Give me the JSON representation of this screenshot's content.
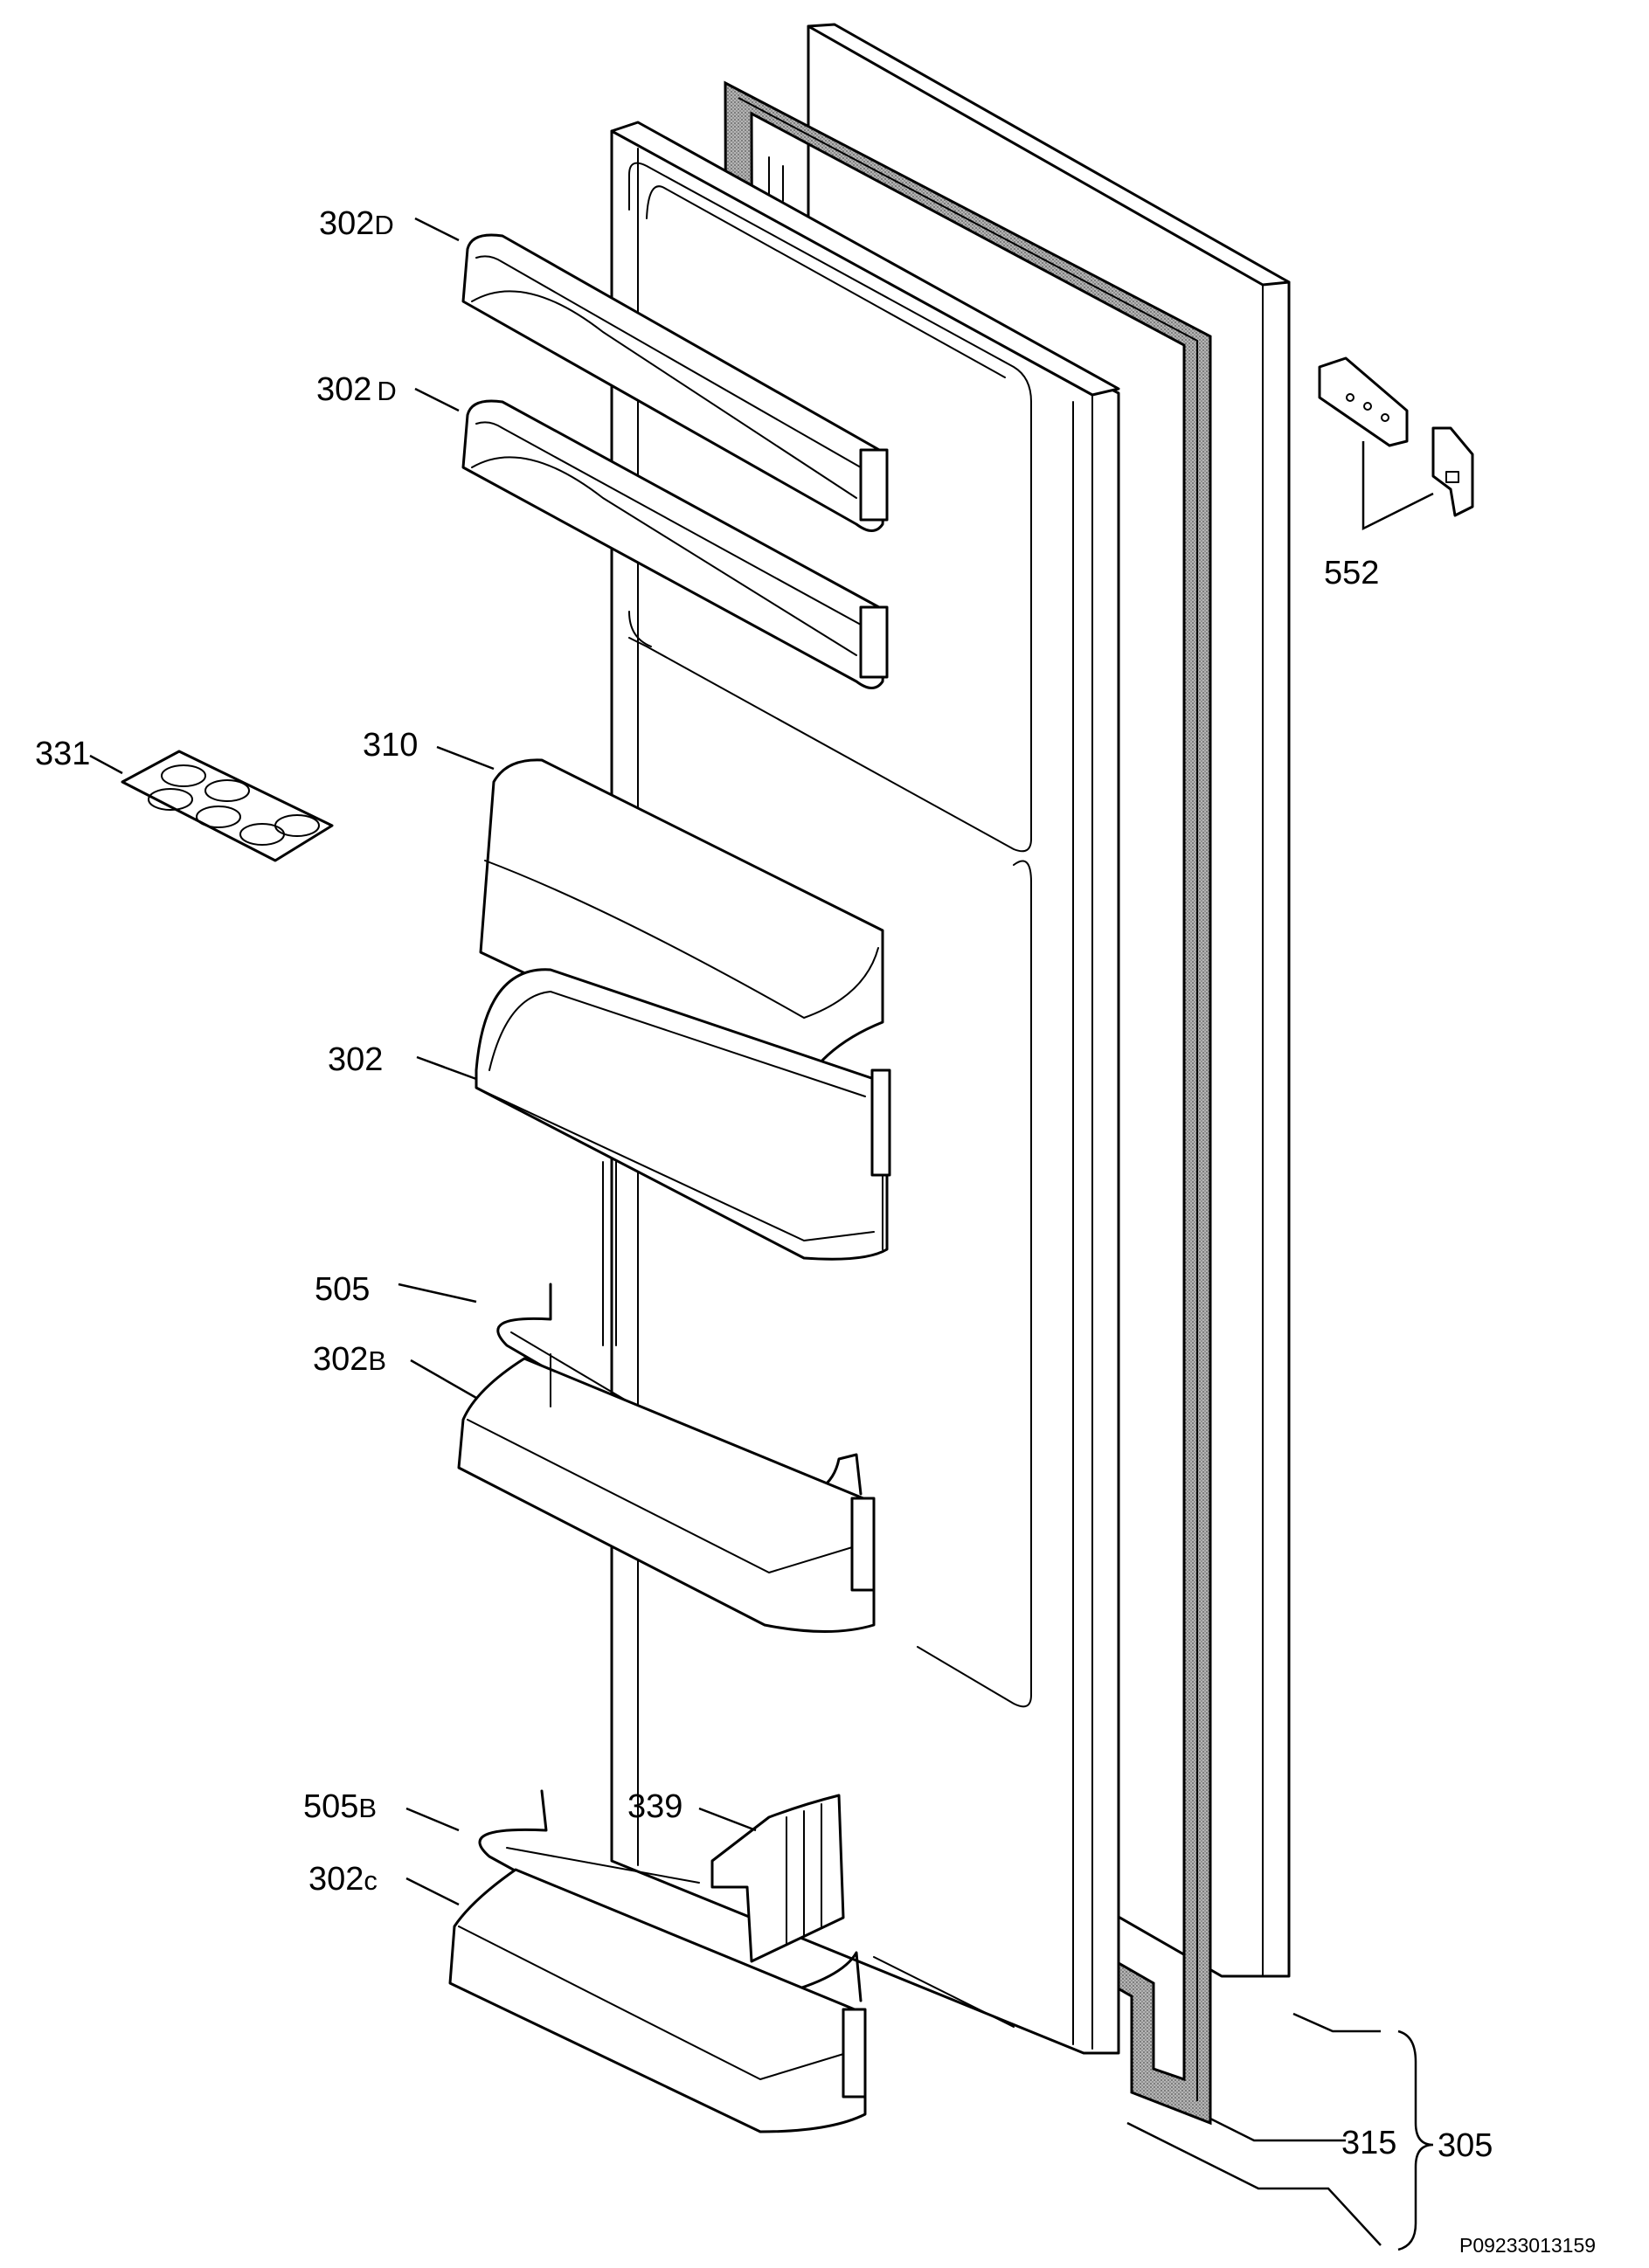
{
  "diagram": {
    "labels": [
      {
        "id": "302D_top",
        "num": "302",
        "suffix": "D"
      },
      {
        "id": "302D_mid",
        "num": "302",
        "suffix": "D"
      },
      {
        "id": "331",
        "num": "331",
        "suffix": ""
      },
      {
        "id": "310",
        "num": "310",
        "suffix": ""
      },
      {
        "id": "302",
        "num": "302",
        "suffix": ""
      },
      {
        "id": "505",
        "num": "505",
        "suffix": ""
      },
      {
        "id": "302B",
        "num": "302",
        "suffix": "B"
      },
      {
        "id": "505B",
        "num": "505",
        "suffix": "B"
      },
      {
        "id": "339",
        "num": "339",
        "suffix": ""
      },
      {
        "id": "302C",
        "num": "302",
        "suffix": "C"
      },
      {
        "id": "552",
        "num": "552",
        "suffix": ""
      },
      {
        "id": "315",
        "num": "315",
        "suffix": ""
      },
      {
        "id": "305",
        "num": "305",
        "suffix": ""
      }
    ],
    "reference_code": "P09233013159"
  }
}
